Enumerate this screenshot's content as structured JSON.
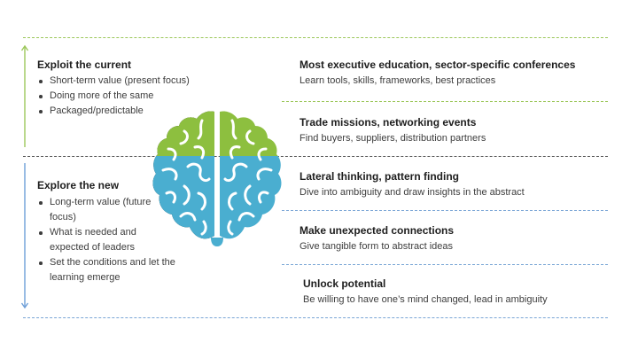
{
  "colors": {
    "green": "#8dbf3f",
    "blue": "#4aaed0",
    "divider_blue": "#7aa6d6",
    "arrow_up": "#9cc75a",
    "arrow_down": "#6e9fd8",
    "middle_divider": "#555555"
  },
  "left": {
    "exploit": {
      "heading": "Exploit the current",
      "bullets": [
        "Short-term value (present focus)",
        "Doing more of the same",
        "Packaged/predictable"
      ]
    },
    "explore": {
      "heading": "Explore the new",
      "bullets": [
        "Long-term value (future focus)",
        "What is needed and expected of leaders",
        "Set the conditions and let the learning emerge"
      ]
    }
  },
  "right": {
    "items": [
      {
        "title": "Most executive education, sector-specific conferences",
        "desc": "Learn tools, skills, frameworks, best practices"
      },
      {
        "title": "Trade missions, networking events",
        "desc": "Find buyers, suppliers, distribution partners"
      },
      {
        "title": "Lateral thinking, pattern finding",
        "desc": "Dive into ambiguity and draw insights in the abstract"
      },
      {
        "title": "Make unexpected connections",
        "desc": "Give tangible form to abstract ideas"
      },
      {
        "title": "Unlock potential",
        "desc": "Be willing to have one’s mind changed, lead in ambiguity"
      }
    ]
  },
  "icons": {
    "brain": "brain-icon",
    "up_arrow": "arrow-up-icon",
    "down_arrow": "arrow-down-icon"
  }
}
